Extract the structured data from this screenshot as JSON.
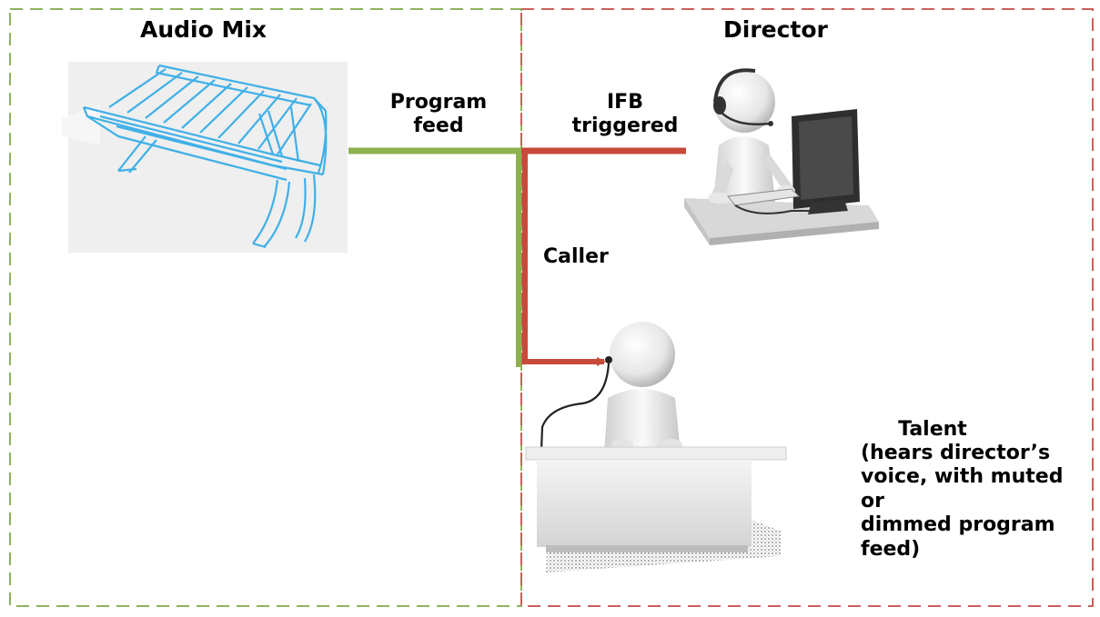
{
  "regions": {
    "audio_mix": {
      "title": "Audio Mix",
      "border_color": "#8db361"
    },
    "director": {
      "title": "Director",
      "border_color": "#c9605a"
    }
  },
  "labels": {
    "program_feed": "Program\nfeed",
    "ifb_triggered": "IFB\ntriggered",
    "caller": "Caller",
    "talent_title": "Talent",
    "talent_desc": "(hears director’s\nvoice, with muted or\ndimmed program\nfeed)"
  },
  "colors": {
    "program_line": "#8db14f",
    "ifb_line": "#c74a3a",
    "console_stroke": "#3fb0e8",
    "image_bg": "#efefef"
  },
  "icons": {
    "console": "audio-mixing-console-icon",
    "director": "director-with-headset-at-computer-icon",
    "talent": "talent-at-desk-with-earpiece-icon"
  }
}
